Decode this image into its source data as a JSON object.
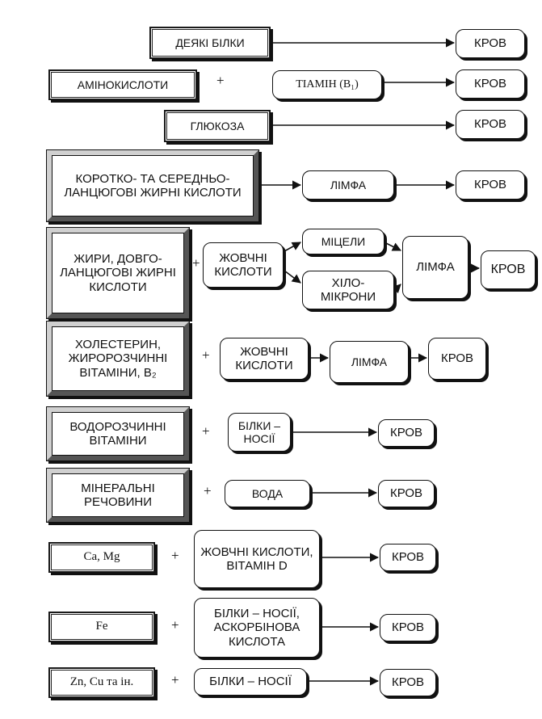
{
  "rows": {
    "r1": {
      "source": "ДЕЯКІ БІЛКИ",
      "target": "КРОВ"
    },
    "r2": {
      "source": "АМІНОКИСЛОТИ",
      "plus": "+",
      "cofactor": "ТІАМІН (B₁)",
      "target": "КРОВ"
    },
    "r3": {
      "source": "ГЛЮКОЗА",
      "target": "КРОВ"
    },
    "r4": {
      "source": "КОРОТКО- ТА СЕРЕДНЬО-ЛАНЦЮГОВІ ЖИРНІ КИСЛОТИ",
      "via": "ЛІМФА",
      "target": "КРОВ"
    },
    "r5": {
      "source": "ЖИРИ, ДОВГО-ЛАНЦЮГОВІ ЖИРНІ КИСЛОТИ",
      "plus": "+",
      "cofactor": "ЖОВЧНІ КИСЛОТИ",
      "branch_a": "МІЦЕЛИ",
      "branch_b": "ХІЛО-МІКРОНИ",
      "via": "ЛІМФА",
      "target": "КРОВ"
    },
    "r6": {
      "source": "ХОЛЕСТЕРИН, ЖИРОРОЗЧИННІ ВІТАМІНИ, B₂",
      "plus": "+",
      "cofactor": "ЖОВЧНІ КИСЛОТИ",
      "via": "ЛІМФА",
      "target": "КРОВ"
    },
    "r7": {
      "source": "ВОДОРОЗЧИННІ ВІТАМІНИ",
      "plus": "+",
      "cofactor": "БІЛКИ – НОСІЇ",
      "target": "КРОВ"
    },
    "r8": {
      "source": "МІНЕРАЛЬНІ РЕЧОВИНИ",
      "plus": "+",
      "cofactor": "ВОДА",
      "target": "КРОВ"
    },
    "r9": {
      "source": "Ca, Mg",
      "plus": "+",
      "cofactor": "ЖОВЧНІ КИСЛОТИ, ВІТАМІН D",
      "target": "КРОВ"
    },
    "r10": {
      "source": "Fe",
      "plus": "+",
      "cofactor": "БІЛКИ – НОСІЇ, АСКОРБІНОВА КИСЛОТА",
      "target": "КРОВ"
    },
    "r11": {
      "source": "Zn, Cu та ін.",
      "plus": "+",
      "cofactor": "БІЛКИ – НОСІЇ",
      "target": "КРОВ"
    }
  }
}
